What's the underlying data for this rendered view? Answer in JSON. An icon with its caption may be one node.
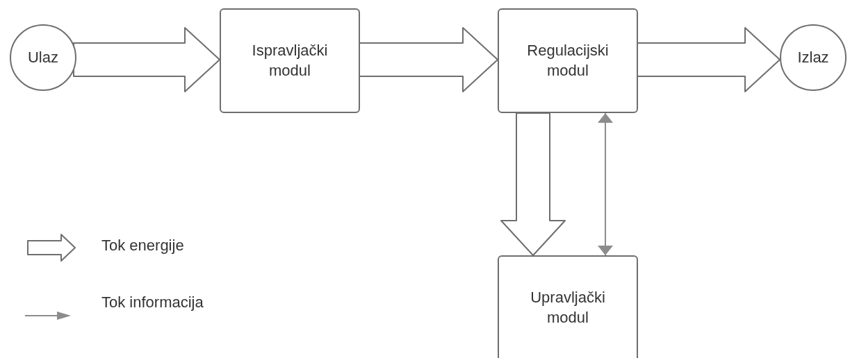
{
  "diagram": {
    "nodes": [
      {
        "text": [
          "Ulaz"
        ]
      },
      {
        "text": [
          "Ispravljački modul"
        ]
      },
      {
        "text": [
          "Regulacijski modul"
        ]
      },
      {
        "text": [
          "Izlaz"
        ]
      },
      {
        "text": [
          "Upravljački modul"
        ]
      }
    ],
    "edges": [
      {
        "from": 0,
        "to": 1,
        "arrow": "to",
        "style": "thick"
      },
      {
        "from": 1,
        "to": 2,
        "arrow": "to",
        "style": "thick"
      },
      {
        "from": 2,
        "to": 3,
        "arrow": "to",
        "style": "thick"
      },
      {
        "from": 2,
        "to": 4,
        "arrow": "to",
        "style": "thick"
      },
      {
        "from": 2,
        "to": 4,
        "arrow": "both",
        "color": "#8c8c8c"
      }
    ],
    "legend": [
      {
        "text": "Tok energije"
      },
      {
        "text": "Tok informacija"
      }
    ]
  }
}
